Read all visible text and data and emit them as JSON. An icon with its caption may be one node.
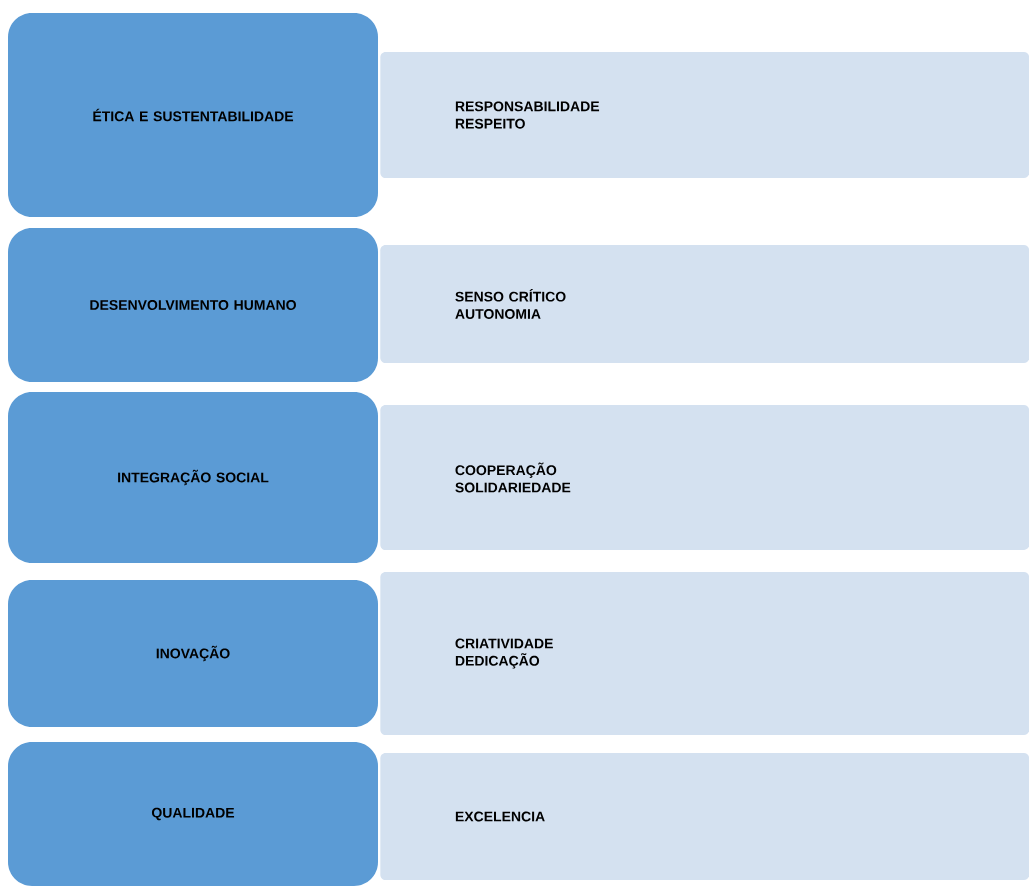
{
  "diagram": {
    "nodes": [
      {
        "text": [
          "ÉTICA E SUSTENTABILIDADE"
        ]
      },
      {
        "text": [
          "RESPONSABILIDADE",
          "RESPEITO"
        ]
      },
      {
        "text": [
          "DESENVOLVIMENTO HUMANO"
        ]
      },
      {
        "text": [
          "SENSO CRÍTICO",
          "AUTONOMIA"
        ]
      },
      {
        "text": [
          "INTEGRAÇÃO SOCIAL"
        ]
      },
      {
        "text": [
          "COOPERAÇÃO",
          "SOLIDARIEDADE"
        ]
      },
      {
        "text": [
          "INOVAÇÃO"
        ]
      },
      {
        "text": [
          "CRIATIVIDADE",
          "DEDICAÇÃO"
        ]
      },
      {
        "text": [
          "QUALIDADE"
        ]
      },
      {
        "text": [
          "EXCELENCIA"
        ]
      }
    ]
  }
}
